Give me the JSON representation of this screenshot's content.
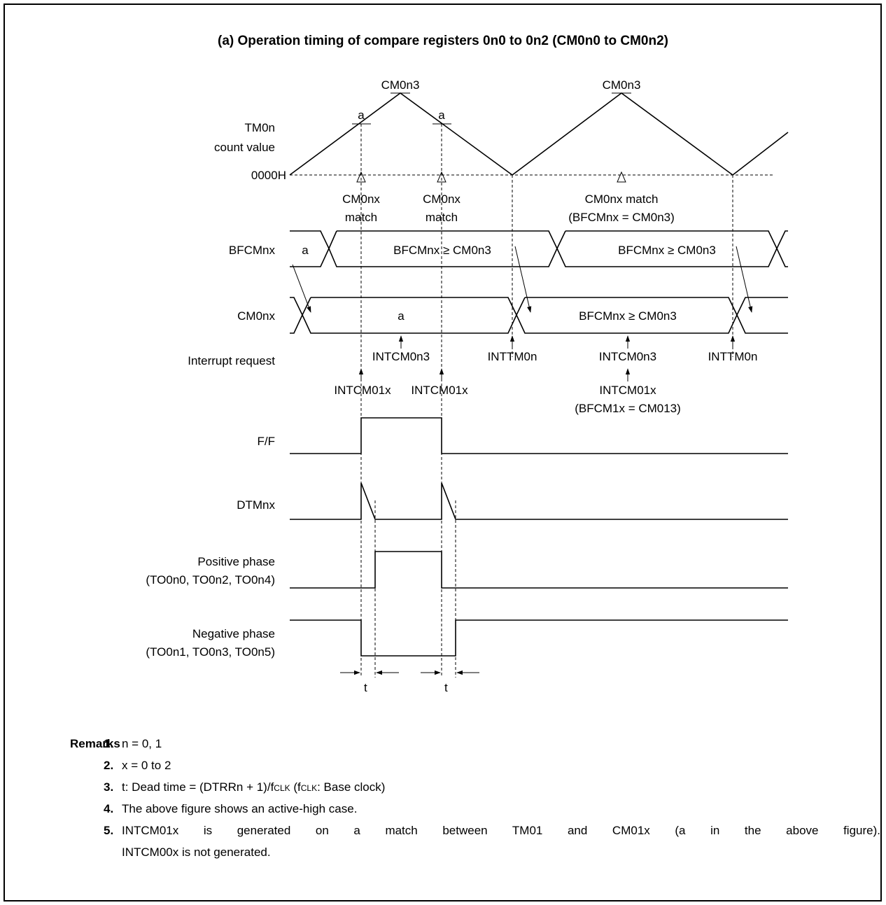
{
  "title": "(a)  Operation timing of compare registers 0n0 to 0n2 (CM0n0 to CM0n2)",
  "signals": {
    "tm0n": [
      "TM0n",
      "count value"
    ],
    "zero": "0000H",
    "bfcmnx": "BFCMnx",
    "cm0nx": "CM0nx",
    "interrupt": "Interrupt request",
    "ff": "F/F",
    "dtmnx": "DTMnx",
    "positive": [
      "Positive phase",
      "(TO0n0, TO0n2, TO0n4)"
    ],
    "negative": [
      "Negative phase",
      "(TO0n1, TO0n3, TO0n5)"
    ]
  },
  "labels": {
    "peak": "CM0n3",
    "a": "a",
    "match_1": [
      "CM0nx",
      "match"
    ],
    "match_2": [
      "CM0nx",
      "match"
    ],
    "match_3": [
      "CM0nx match",
      "(BFCMnx = CM0n3)"
    ],
    "bf_a": "a",
    "bf_ge": "BFCMnx ≥ CM0n3",
    "cm_a": "a",
    "cm_ge": "BFCMnx ≥ CM0n3",
    "intcm0n3": "INTCM0n3",
    "inttm0n": "INTTM0n",
    "intcm01x": "INTCM01x",
    "intcm01x_note": "(BFCM1x = CM013)",
    "t": "t"
  },
  "remarks": {
    "heading": "Remarks",
    "items": [
      {
        "num": "1.",
        "text": "n = 0, 1"
      },
      {
        "num": "2.",
        "text": "x = 0 to 2"
      },
      {
        "num": "3.",
        "text_a": "t: Dead time = (DTRRn + 1)/f",
        "sub_a": "CLK",
        "text_b": " (f",
        "sub_b": "CLK",
        "text_c": ": Base clock)"
      },
      {
        "num": "4.",
        "text": "The above figure shows an active-high case."
      },
      {
        "num": "5.",
        "text": "INTCM01x is generated on a match between TM01 and CM01x (a in the above figure).",
        "text2": "INTCM00x is not generated."
      }
    ]
  }
}
